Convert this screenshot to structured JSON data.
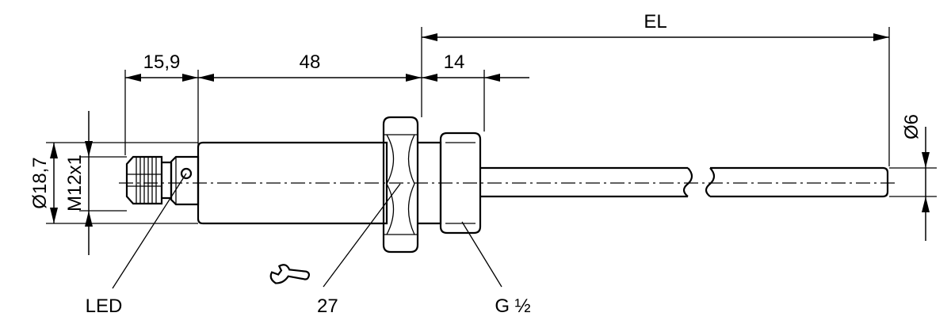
{
  "dimensions": {
    "overall": "EL",
    "plug_length": "15,9",
    "body_length": "48",
    "thread_length": "14",
    "body_diameter": "Ø18,7",
    "connector_thread": "M12x1",
    "probe_diameter": "Ø6"
  },
  "callouts": {
    "led": "LED",
    "wrench_size": "27",
    "process_thread": "G ½"
  },
  "icons": {
    "wrench": "wrench-icon"
  }
}
